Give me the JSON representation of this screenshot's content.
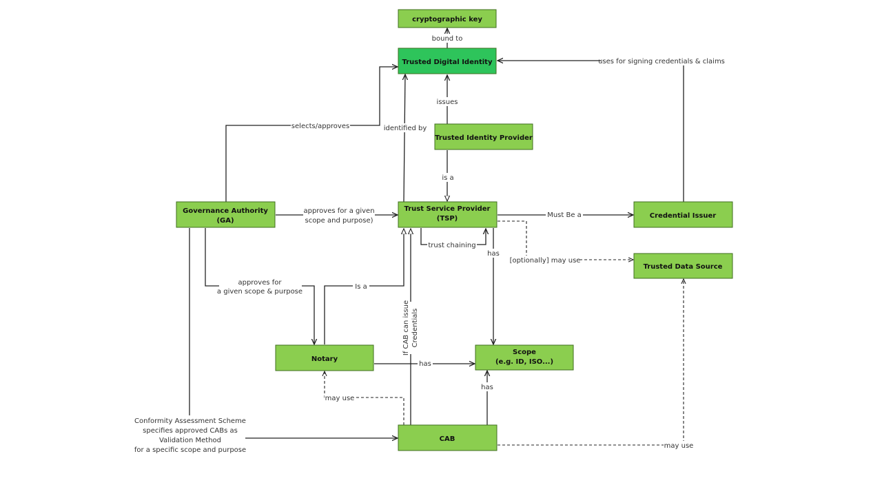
{
  "colors": {
    "node_fill": "#8bce4f",
    "node_highlight": "#2ec45b",
    "node_border": "#3f6e1f",
    "line": "#222222"
  },
  "nodes": {
    "crypto_key": "cryptographic key",
    "tdi": "Trusted Digital Identity",
    "tip": "Trusted Identity Provider",
    "ga_line1": "Governance Authority",
    "ga_line2": "(GA)",
    "tsp_line1": "Trust Service Provider",
    "tsp_line2": "(TSP)",
    "ci": "Credential Issuer",
    "tds": "Trusted Data Source",
    "notary": "Notary",
    "scope_line1": "Scope",
    "scope_line2": "(e.g. ID, ISO...)",
    "cab": "CAB"
  },
  "edges": {
    "bound_to": "bound to",
    "uses_signing": "uses for signing credentials & claims",
    "issues": "issues",
    "selects_approves": "selects/approves",
    "identified_by": "identified by",
    "is_a_tip": "is a",
    "approves_l1": "approves for a given",
    "approves_l2": "scope and purpose)",
    "must_be_a": "Must Be a",
    "trust_chaining": "trust chaining",
    "has_tsp": "has",
    "optionally": "[optionally] may use",
    "approves2_l1": "approves for",
    "approves2_l2": "a given scope & purpose",
    "is_a_notary": "Is a",
    "cab_issue_l1": "If CAB can issue",
    "cab_issue_l2": "Credentials",
    "has_notary": "has",
    "may_use_notary": "may use",
    "has_cab": "has",
    "may_use_tds": "may use",
    "cas_l1": "Conformity Assessment Scheme",
    "cas_l2": "specifies approved CABs as",
    "cas_l3": "Validation Method",
    "cas_l4": "for a specific scope and purpose"
  }
}
